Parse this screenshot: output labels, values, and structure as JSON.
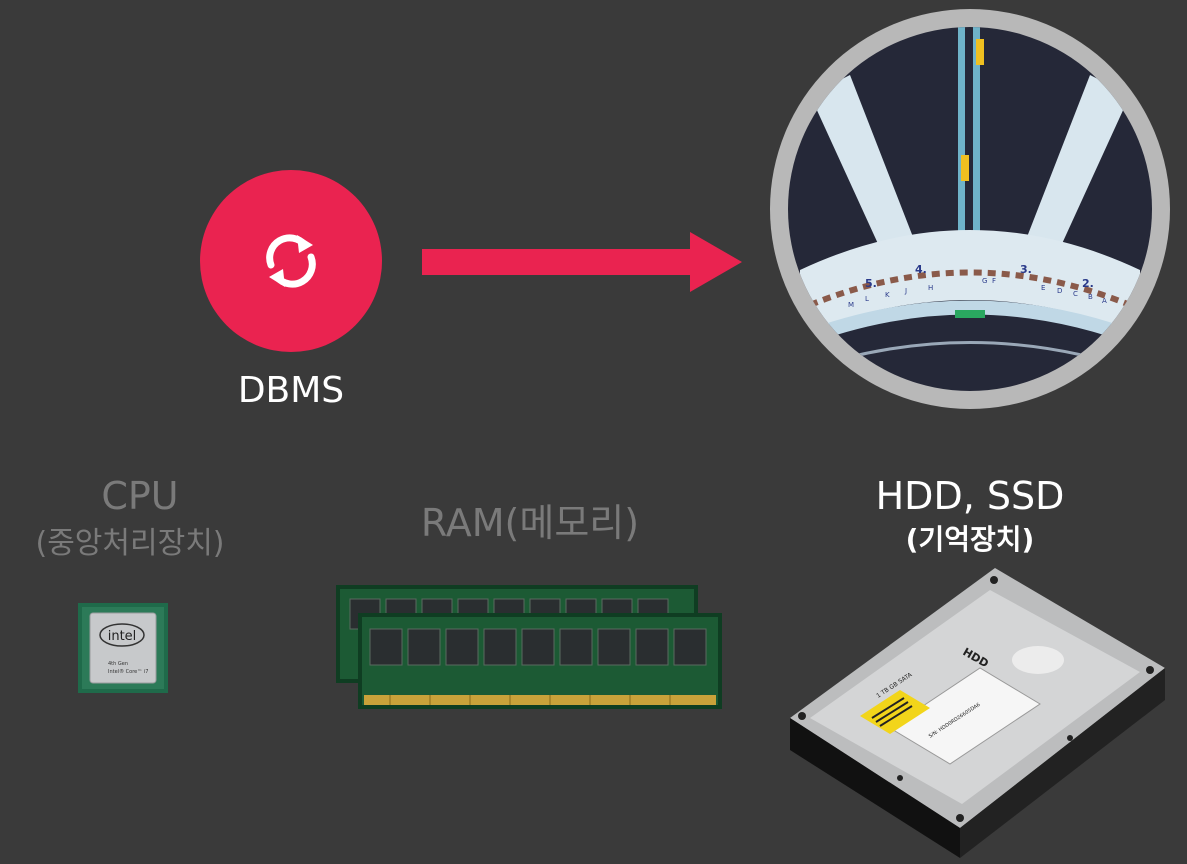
{
  "dbms": {
    "label": "DBMS",
    "icon": "sync-icon",
    "color": "#ea2350"
  },
  "arrow": {
    "color": "#ea2350"
  },
  "cpu": {
    "title": "CPU",
    "subtitle": "(중앙처리장치)",
    "chip_brand": "intel",
    "chip_line1": "4th Gen",
    "chip_line2": "Intel® Core™ i7"
  },
  "ram": {
    "title": "RAM(메모리)"
  },
  "storage": {
    "title": "HDD, SSD",
    "subtitle": "(기억장치)",
    "drive_label": "HDD",
    "drive_capacity": "1 TB GB SATA",
    "drive_sn": "S/N: HDD0RD26605DA6"
  },
  "airport_map": {
    "gate_numbers": [
      "2.",
      "3.",
      "4.",
      "5."
    ],
    "gate_letters": [
      "A",
      "B",
      "C",
      "D",
      "E",
      "F",
      "G",
      "H",
      "J",
      "K",
      "L",
      "M"
    ]
  }
}
